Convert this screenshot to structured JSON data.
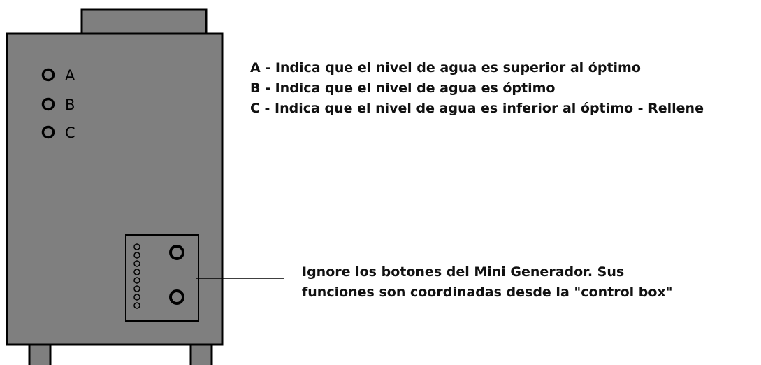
{
  "indicators": [
    {
      "letter": "A",
      "description": "A - Indica que el nivel de agua es superior al óptimo"
    },
    {
      "letter": "B",
      "description": "B - Indica que el nivel de agua es óptimo"
    },
    {
      "letter": "C",
      "description": "C - Indica que el nivel de agua es inferior al óptimo - Rellene"
    }
  ],
  "note": {
    "line1": "Ignore los botones del Mini Generador. Sus",
    "line2": "funciones son coordinadas desde la \"control box\""
  },
  "colors": {
    "body": "#7f7f7f",
    "outline": "#000000",
    "background": "#ffffff"
  }
}
